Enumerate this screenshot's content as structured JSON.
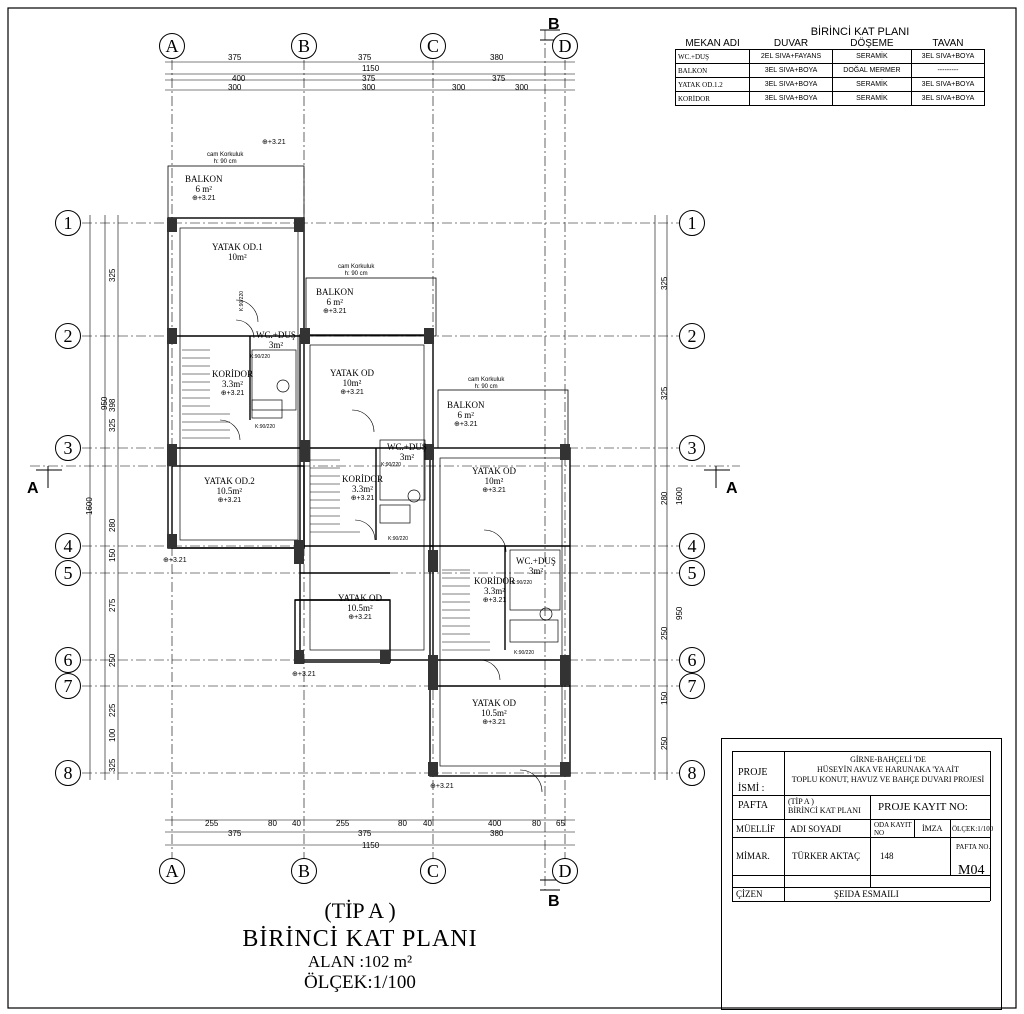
{
  "finish_table": {
    "title": "BİRİNCİ KAT PLANI",
    "headers": [
      "MEKAN ADI",
      "DUVAR",
      "DÖŞEME",
      "TAVAN"
    ],
    "rows": [
      [
        "WC.+DUŞ",
        "2EL SIVA+FAYANS",
        "SERAMİK",
        "3EL SIVA+BOYA"
      ],
      [
        "BALKON",
        "3EL SIVA+BOYA",
        "DOĞAL MERMER",
        "---------"
      ],
      [
        "YATAK OD.1.2",
        "3EL SIVA+BOYA",
        "SERAMİK",
        "3EL SIVA+BOYA"
      ],
      [
        "KORİDOR",
        "3EL SIVA+BOYA",
        "SERAMİK",
        "3EL SIVA+BOYA"
      ]
    ]
  },
  "grid_axes": {
    "columns": [
      "A",
      "B",
      "C",
      "D"
    ],
    "rows": [
      "1",
      "2",
      "3",
      "4",
      "5",
      "6",
      "7",
      "8"
    ]
  },
  "section_marks": {
    "a": "A",
    "b": "B"
  },
  "dimensions": {
    "top_row1": [
      "375",
      "375",
      "380"
    ],
    "top_total": "1150",
    "top_row3": [
      "400",
      "375",
      "375"
    ],
    "top_row4": [
      "300",
      "300",
      "300",
      "300"
    ],
    "bottom_row1": [
      "255",
      "80",
      "40",
      "255",
      "80",
      "40",
      "400",
      "80",
      "65"
    ],
    "bottom_row2": [
      "375",
      "375",
      "380"
    ],
    "bottom_total": "1150",
    "left_totals": [
      "950",
      "1600"
    ],
    "left_seg": [
      "325",
      "398",
      "325",
      "280",
      "150",
      "275",
      "250",
      "225",
      "100",
      "325"
    ],
    "right_seg": [
      "325",
      "325",
      "280",
      "950",
      "1600",
      "250",
      "150",
      "250"
    ]
  },
  "rooms": [
    {
      "id": "balkon1",
      "name": "BALKON",
      "area": "6 m²",
      "level": "+3.21"
    },
    {
      "id": "yatak1",
      "name": "YATAK OD.1",
      "area": "10m²"
    },
    {
      "id": "balkon2",
      "name": "BALKON",
      "area": "6 m²",
      "level": "+3.21"
    },
    {
      "id": "wc1",
      "name": "WC.+DUŞ",
      "area": "3m²"
    },
    {
      "id": "koridor1",
      "name": "KORİDOR",
      "area": "3.3m²",
      "level": "+3.21"
    },
    {
      "id": "yatak2",
      "name": "YATAK OD",
      "area": "10m²",
      "level": "+3.21"
    },
    {
      "id": "balkon3",
      "name": "BALKON",
      "area": "6 m²",
      "level": "+3.21"
    },
    {
      "id": "wc2",
      "name": "WC.+DUŞ",
      "area": "3m²"
    },
    {
      "id": "yatak3",
      "name": "YATAK OD.2",
      "area": "10.5m²",
      "level": "+3.21"
    },
    {
      "id": "koridor2",
      "name": "KORİDOR",
      "area": "3.3m²",
      "level": "+3.21"
    },
    {
      "id": "yatak4",
      "name": "YATAK OD",
      "area": "10m²",
      "level": "+3.21"
    },
    {
      "id": "wc3",
      "name": "WC.+DUŞ",
      "area": "3m²"
    },
    {
      "id": "koridor3",
      "name": "KORİDOR",
      "area": "3.3m²",
      "level": "+3.21"
    },
    {
      "id": "yatak5",
      "name": "YATAK OD",
      "area": "10.5m²",
      "level": "+3.21"
    },
    {
      "id": "yatak6",
      "name": "YATAK OD",
      "area": "10.5m²",
      "level": "+3.21"
    }
  ],
  "railing_note": {
    "line1": "cam Korkuluk",
    "line2": "h: 90 cm"
  },
  "door_label": "K:90/220",
  "level_mark": "+3.21",
  "title_block": {
    "proje_label": "PROJE İSMİ :",
    "proje_line1": "GİRNE-BAHÇELİ 'DE",
    "proje_line2": "HÜSEYİN AKA VE HARUNAKA 'YA AİT",
    "proje_line3": "TOPLU KONUT, HAVUZ VE BAHÇE DUVARI PROJESİ",
    "pafta_label": "PAFTA",
    "pafta_line1": "(TİP A )",
    "pafta_line2": "BİRİNCİ KAT PLANI",
    "kayit_label": "PROJE KAYIT NO:",
    "muellif_label": "MÜELLİF",
    "adi_soyadi": "ADI SOYADI",
    "oda_kayit": "ODA KAYIT NO",
    "imza": "İMZA",
    "olcek": "ÖLÇEK:1/100",
    "mimar_label": "MİMAR.",
    "mimar_name": "TÜRKER AKTAÇ",
    "mimar_no": "148",
    "pafta_no_label": "PAFTA NO.",
    "pafta_no": "M04",
    "cizen_label": "ÇİZEN",
    "cizen_name": "ŞEIDA ESMAILI"
  },
  "plan_title": {
    "type": "(TİP A )",
    "name": "BİRİNCİ KAT PLANI",
    "area": "ALAN :102 m²",
    "scale": "ÖLÇEK:1/100"
  }
}
